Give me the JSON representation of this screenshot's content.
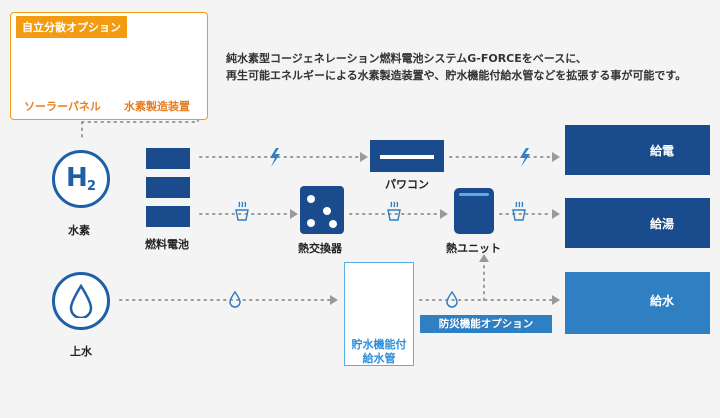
{
  "option_box": {
    "header": "自立分散オプション",
    "solar_label": "ソーラーパネル",
    "electrolyzer_label": "水素製造装置"
  },
  "description": {
    "line1": "純水素型コージェネレーション燃料電池システムG-FORCEをベースに、",
    "line2": "再生可能エネルギーによる水素製造装置や、貯水機能付給水管などを拡張する事が可能です。"
  },
  "inputs": {
    "hydrogen_symbol": "H",
    "hydrogen_sub": "2",
    "hydrogen_label": "水素",
    "water_label": "上水"
  },
  "components": {
    "fuel_cell": "燃料電池",
    "aircon": "パワコン",
    "heat_exchanger": "熱交換器",
    "heat_unit": "熱ユニット",
    "tank_line1": "貯水機能付",
    "tank_line2": "給水管"
  },
  "outputs": {
    "power": "給電",
    "hot_water": "給湯",
    "water": "給水"
  },
  "disaster_option": "防災機能オプション",
  "colors": {
    "dark_blue": "#1a4b8c",
    "light_blue": "#2f7fc3",
    "orange": "#f39c12",
    "dots": "#9a9a9a"
  }
}
